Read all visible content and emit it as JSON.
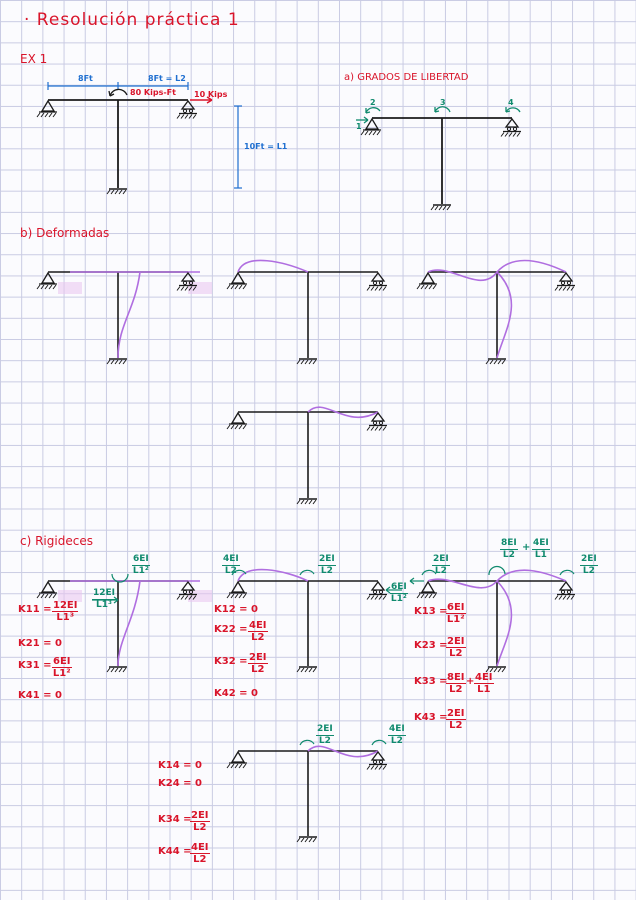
{
  "title": "· Resolución práctica 1",
  "exercise": "EX 1",
  "loads": {
    "span_left": "8Ft",
    "span_right": "8Ft = L2",
    "moment": "80 Kips-Ft",
    "force": "10 Kips",
    "column": "10Ft = L1"
  },
  "part_a": {
    "heading": "a) GRADOS DE LIBERTAD",
    "dof": [
      "1",
      "2",
      "3",
      "4"
    ]
  },
  "part_b": {
    "heading": "b) Deformadas"
  },
  "part_c": {
    "heading": "c) Rigideces",
    "case1": {
      "top_num": "6EI",
      "top_den": "L1²",
      "side_num": "12EI",
      "side_den": "L1³",
      "k11_lbl": "K11 =",
      "k11_num": "12EI",
      "k11_den": "L1³",
      "k21": "K21 = 0",
      "k31_lbl": "K31 =",
      "k31_num": "6EI",
      "k31_den": "L1²",
      "k41": "K41 = 0"
    },
    "case2": {
      "left_num": "4EI",
      "left_den": "L2",
      "mid_num": "2EI",
      "mid_den": "L2",
      "right_num": "6EI",
      "right_den": "L1²",
      "k12": "K12 = 0",
      "k22_lbl": "K22 =",
      "k22_num": "4EI",
      "k22_den": "L2",
      "k32_lbl": "K32 =",
      "k32_num": "2EI",
      "k32_den": "L2",
      "k42": "K42 = 0"
    },
    "case3": {
      "left_num": "2EI",
      "left_den": "L2",
      "top_a_num": "8EI",
      "top_a_den": "L2",
      "plus": "+",
      "top_b_num": "4EI",
      "top_b_den": "L1",
      "right_num": "2EI",
      "right_den": "L2",
      "k13_lbl": "K13 =",
      "k13_num": "6EI",
      "k13_den": "L1²",
      "k23_lbl": "K23 =",
      "k23_num": "2EI",
      "k23_den": "L2",
      "k33_lbl": "K33 =",
      "k33_a_num": "8EI",
      "k33_a_den": "L2",
      "k33_b_num": "4EI",
      "k33_b_den": "L1",
      "k43_lbl": "K43 =",
      "k43_num": "2EI",
      "k43_den": "L2"
    },
    "case4": {
      "mid_num": "2EI",
      "mid_den": "L2",
      "right_num": "4EI",
      "right_den": "L2",
      "k14": "K14 = 0",
      "k24": "K24 = 0",
      "k34_lbl": "K34 =",
      "k34_num": "2EI",
      "k34_den": "L2",
      "k44_lbl": "K44 =",
      "k44_num": "4EI",
      "k44_den": "L2"
    }
  },
  "colors": {
    "red": "#d9142a",
    "blue": "#1f6fd0",
    "green": "#108a6e",
    "purple": "#b06ee0",
    "ink": "#1b1b1b"
  }
}
